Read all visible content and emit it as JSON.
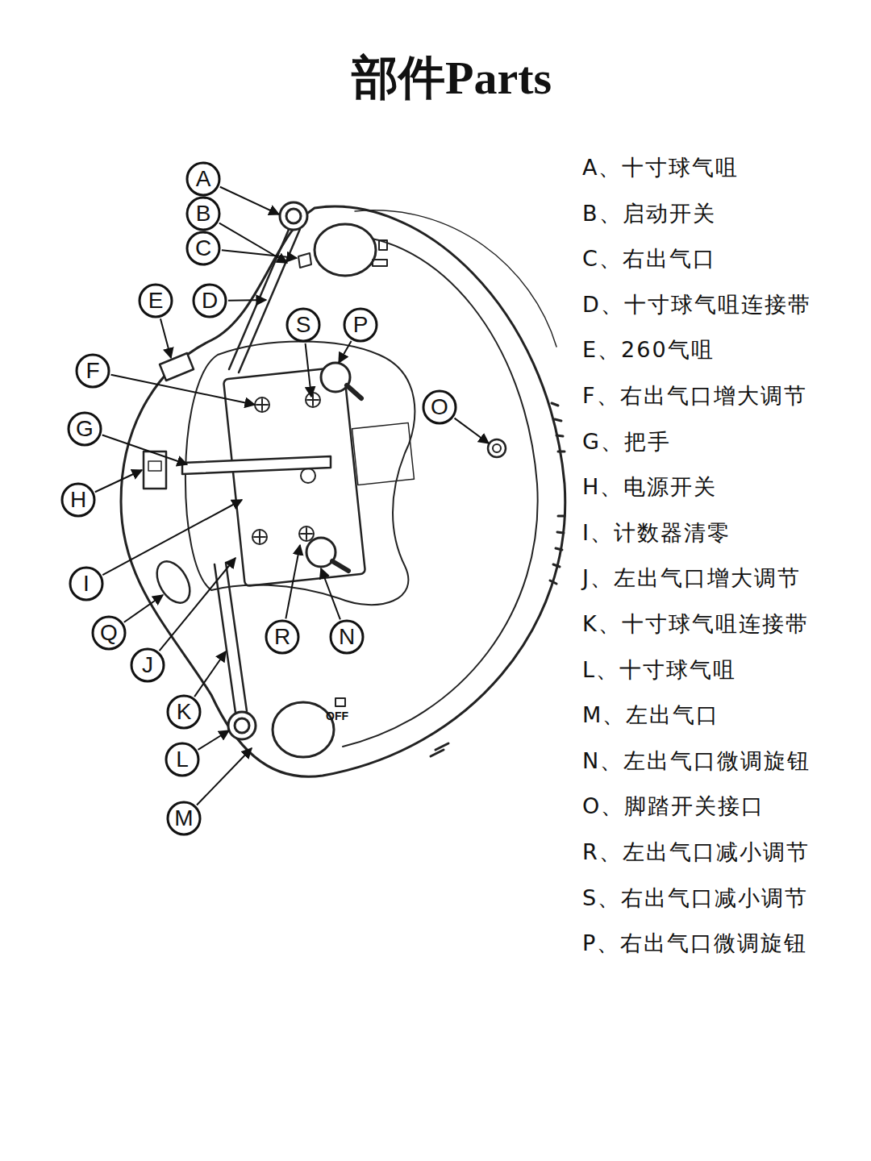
{
  "diagram": {
    "title": "部件Parts",
    "nodes": [
      {
        "text": [
          "A"
        ]
      },
      {
        "text": [
          "B"
        ]
      },
      {
        "text": [
          "C"
        ]
      },
      {
        "text": [
          "E"
        ]
      },
      {
        "text": [
          "D"
        ]
      },
      {
        "text": [
          "S"
        ]
      },
      {
        "text": [
          "P"
        ]
      },
      {
        "text": [
          "F"
        ]
      },
      {
        "text": [
          "G"
        ]
      },
      {
        "text": [
          "H"
        ]
      },
      {
        "text": [
          "O"
        ]
      },
      {
        "text": [
          "I"
        ]
      },
      {
        "text": [
          "R"
        ]
      },
      {
        "text": [
          "N"
        ]
      },
      {
        "text": [
          "Q"
        ]
      },
      {
        "text": [
          "J"
        ]
      },
      {
        "text": [
          "K"
        ]
      },
      {
        "text": [
          "L"
        ]
      },
      {
        "text": [
          "M"
        ]
      }
    ],
    "edges": [],
    "labels": [
      "A、十寸球气咀",
      "B、启动开关",
      "C、右出气口",
      "D、十寸球气咀连接带",
      "E、260气咀",
      "F、右出气口增大调节",
      "G、把手",
      "H、电源开关",
      "I、计数器清零",
      "J、左出气口增大调节",
      "K、十寸球气咀连接带",
      "L、十寸球气咀",
      "M、左出气口",
      "N、左出气口微调旋钮",
      "O、脚踏开关接口",
      "R、左出气口减小调节",
      "S、右出气口减小调节",
      "P、右出气口微调旋钮",
      "OFF"
    ]
  }
}
